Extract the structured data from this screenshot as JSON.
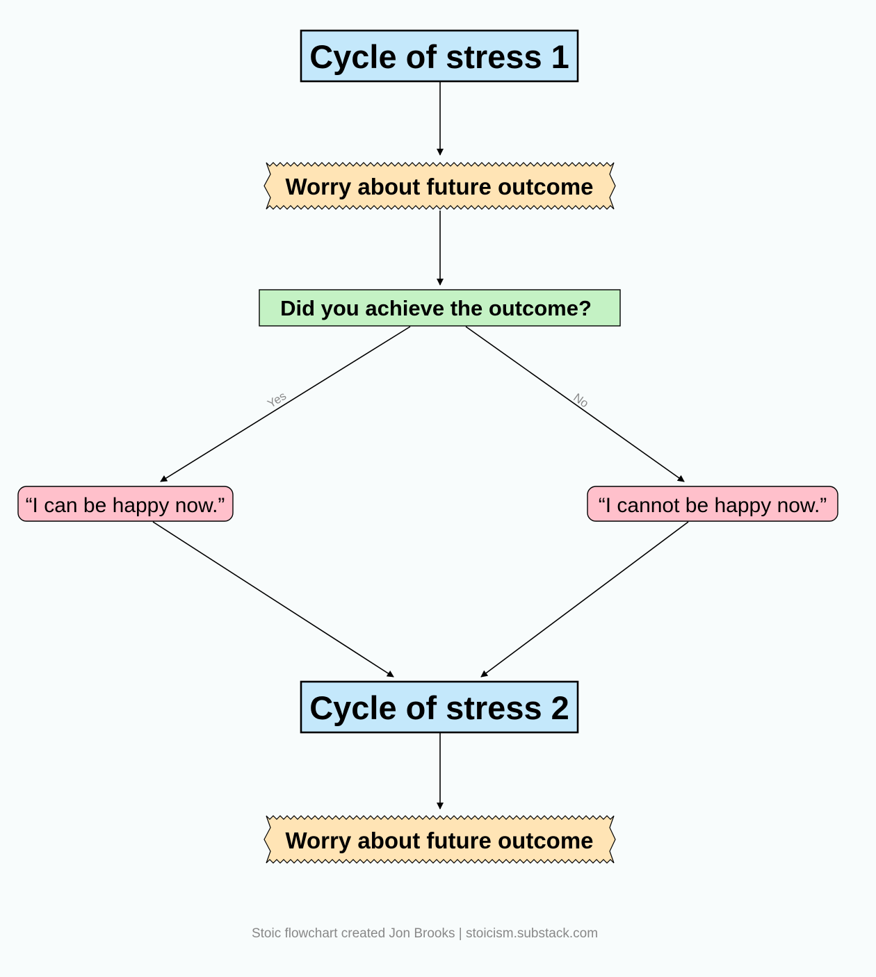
{
  "nodes": {
    "cycle1": {
      "label": "Cycle of stress 1"
    },
    "worry1": {
      "label": "Worry about future outcome"
    },
    "question": {
      "label": "Did you achieve the outcome?"
    },
    "happy": {
      "label": "“I can be happy now.”"
    },
    "unhappy": {
      "label": "“I cannot be happy now.”"
    },
    "cycle2": {
      "label": "Cycle of stress 2"
    },
    "worry2": {
      "label": "Worry about future outcome"
    }
  },
  "edges": {
    "yes_label": "Yes",
    "no_label": "No"
  },
  "footer": {
    "credit": "Stoic flowchart created Jon Brooks | stoicism.substack.com"
  },
  "colors": {
    "background": "#f8fcfc",
    "cycle_fill": "#c4e8fb",
    "worry_fill": "#ffe4b5",
    "question_fill": "#c4f2c4",
    "quote_fill": "#ffc0cb"
  }
}
